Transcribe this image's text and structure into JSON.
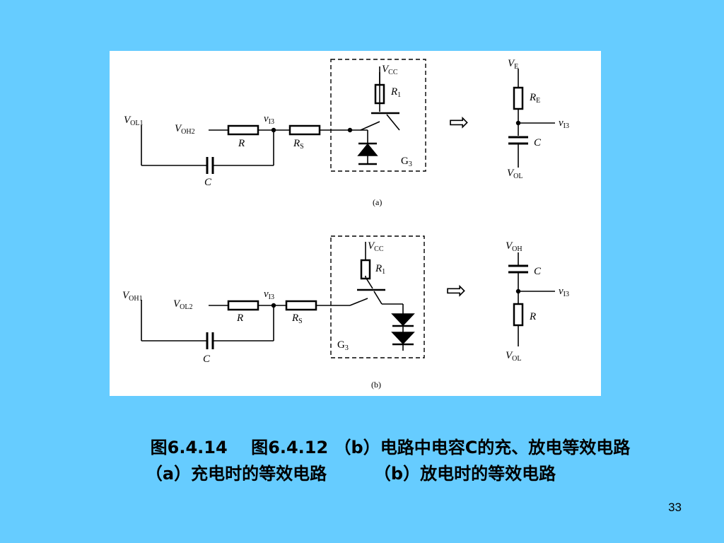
{
  "figure": {
    "sub_a": {
      "label": "(a)",
      "vcc": "V",
      "vcc_sub": "CC",
      "r1": "R",
      "r1_sub": "1",
      "vol1": "V",
      "vol1_sub": "OL1",
      "voh2": "V",
      "voh2_sub": "OH2",
      "vi3": "v",
      "vi3_sub": "I3",
      "r": "R",
      "rs": "R",
      "rs_sub": "S",
      "c": "C",
      "gate": "G",
      "gate_sub": "3",
      "eq_top": "V",
      "eq_top_sub": "E",
      "eq_r": "R",
      "eq_r_sub": "E",
      "eq_vi": "v",
      "eq_vi_sub": "I3",
      "eq_c": "C",
      "eq_bottom": "V",
      "eq_bottom_sub": "OL",
      "arrow": "⇨"
    },
    "sub_b": {
      "label": "(b)",
      "vcc": "V",
      "vcc_sub": "CC",
      "r1": "R",
      "r1_sub": "1",
      "voh1": "V",
      "voh1_sub": "OH1",
      "vol2": "V",
      "vol2_sub": "OL2",
      "vi3": "v",
      "vi3_sub": "I3",
      "r": "R",
      "rs": "R",
      "rs_sub": "S",
      "c": "C",
      "gate": "G",
      "gate_sub": "3",
      "eq_top": "V",
      "eq_top_sub": "OH",
      "eq_c": "C",
      "eq_vi": "v",
      "eq_vi_sub": "I3",
      "eq_r": "R",
      "eq_bottom": "V",
      "eq_bottom_sub": "OL",
      "arrow": "⇨"
    }
  },
  "caption": {
    "line1": "图6.4.14    图6.4.12 （b）电路中电容C的充、放电等效电路",
    "line2": "（a）充电时的等效电路        （b）放电时的等效电路"
  },
  "page_number": "33"
}
